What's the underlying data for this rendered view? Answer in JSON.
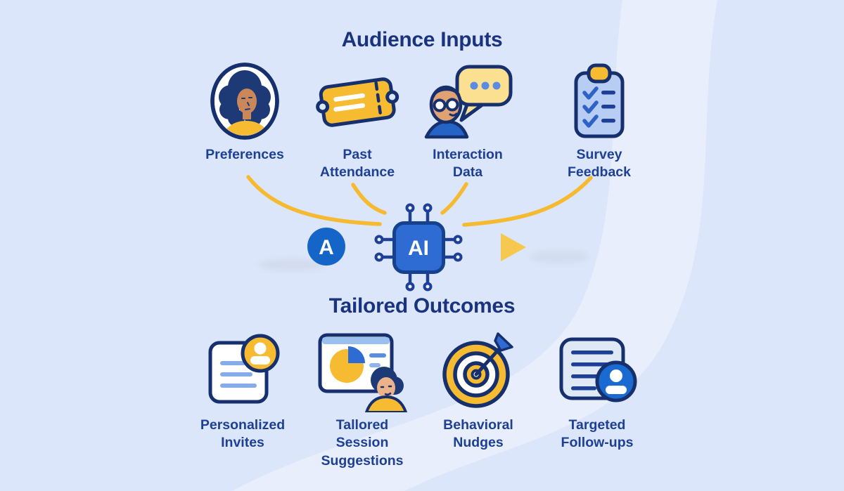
{
  "page": {
    "background_color": "#dce6fa",
    "swoosh_color": "#e8eefc",
    "title_color": "#1a337f",
    "label_color": "#1e4094",
    "accent_yellow": "#f5ba30",
    "accent_blue": "#2e6bd3",
    "accent_navy": "#16306e"
  },
  "inputs_section": {
    "title": "Audience Inputs",
    "items": [
      {
        "label": "Preferences",
        "icon": "person-avatar-icon"
      },
      {
        "label": "Past Attendance",
        "icon": "ticket-icon"
      },
      {
        "label": "Interaction Data",
        "icon": "chat-person-icon"
      },
      {
        "label": "Survey Feedback",
        "icon": "checklist-clipboard-icon"
      }
    ]
  },
  "processor": {
    "input_badge": "A",
    "chip_label": "AI",
    "connector_color": "#f5ba30",
    "chip_color": "#2e6bd3",
    "badge_color": "#1565c8"
  },
  "outcomes_section": {
    "title": "Tailored Outcomes",
    "items": [
      {
        "label": "Personalized Invites",
        "icon": "invite-document-icon"
      },
      {
        "label": "Tallored Session Suggestions",
        "icon": "session-chart-icon"
      },
      {
        "label": "Behavioral Nudges",
        "icon": "target-icon"
      },
      {
        "label": "Targeted Follow-ups",
        "icon": "contact-document-icon"
      }
    ]
  }
}
